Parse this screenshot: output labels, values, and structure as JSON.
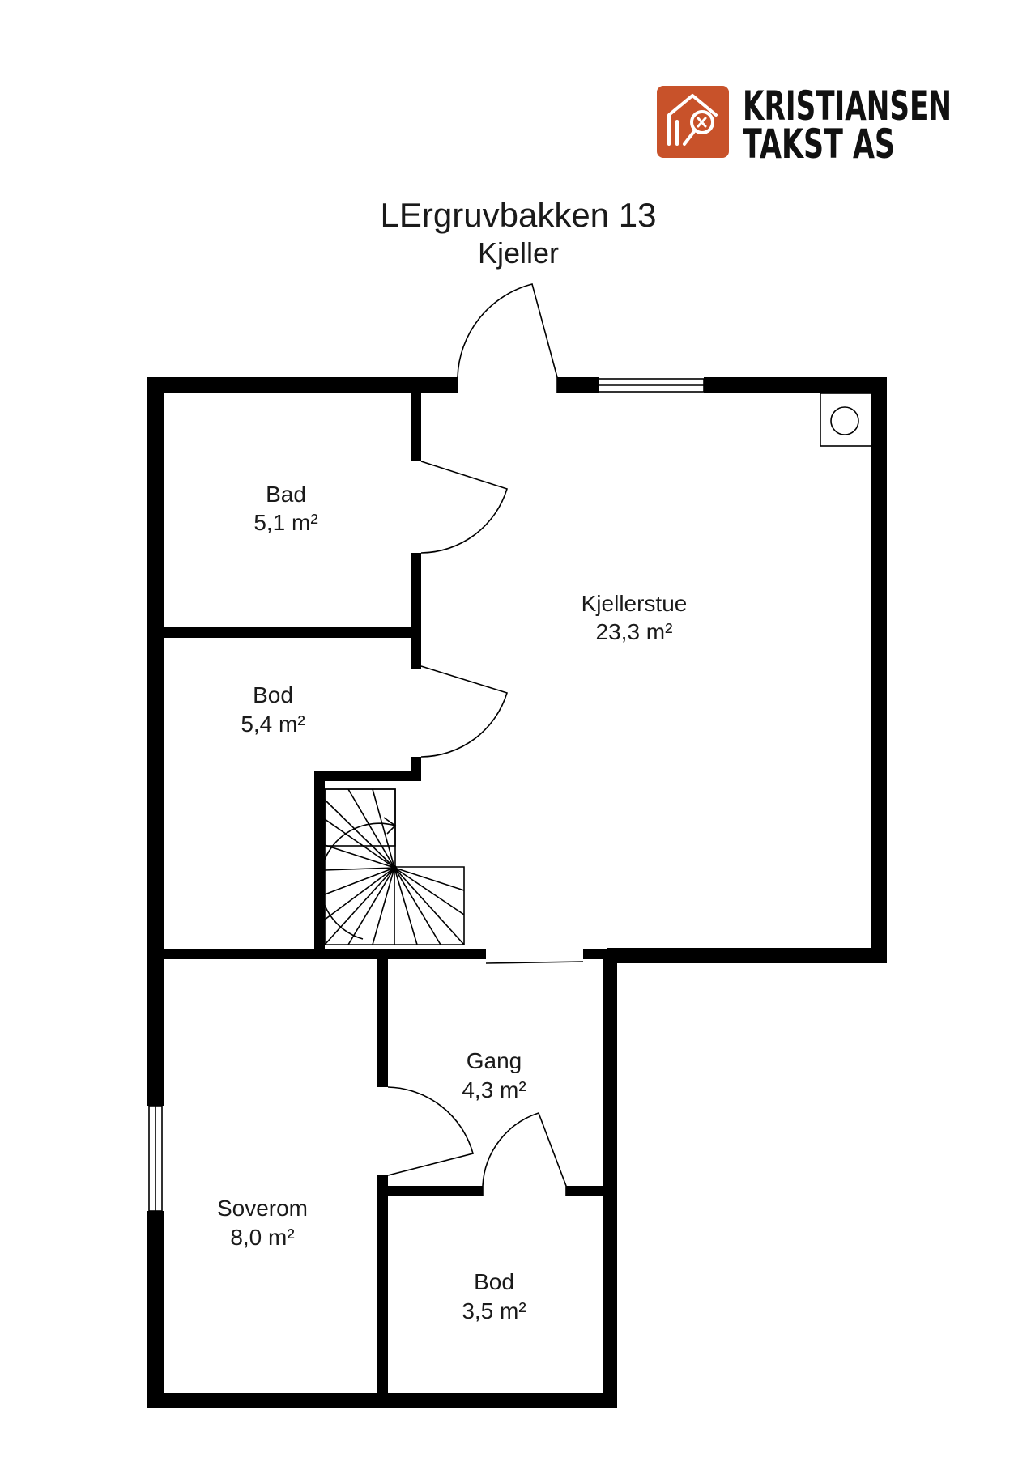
{
  "logo": {
    "line1": "KRISTIANSEN",
    "line2": "TAKST AS",
    "badge_color": "#c8522a",
    "icon": "house-magnifier-icon"
  },
  "header": {
    "title": "LErgruvbakken 13",
    "floor": "Kjeller"
  },
  "rooms": {
    "bad": {
      "name": "Bad",
      "area": "5,1 m²"
    },
    "kjellerstue": {
      "name": "Kjellerstue",
      "area": "23,3 m²"
    },
    "bod_upper": {
      "name": "Bod",
      "area": "5,4 m²"
    },
    "gang": {
      "name": "Gang",
      "area": "4,3 m²"
    },
    "soverom": {
      "name": "Soverom",
      "area": "8,0 m²"
    },
    "bod_lower": {
      "name": "Bod",
      "area": "3,5 m²"
    }
  }
}
